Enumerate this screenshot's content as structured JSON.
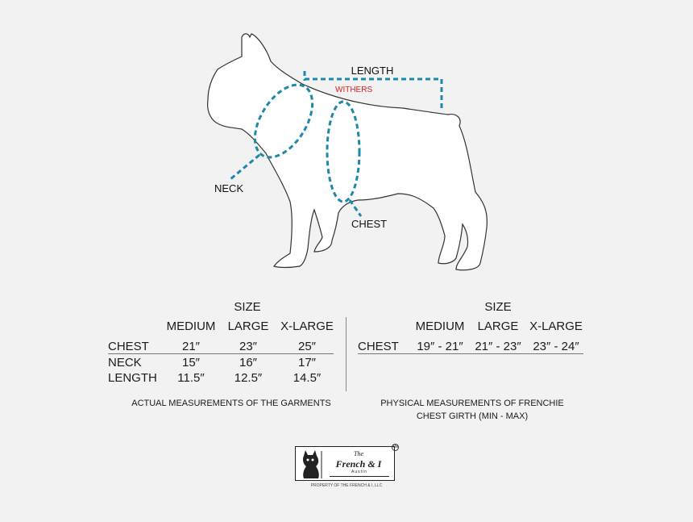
{
  "diagram": {
    "labels": {
      "length": "LENGTH",
      "withers": "WITHERS",
      "neck": "NECK",
      "chest": "CHEST"
    },
    "colors": {
      "dashed_line": "#1e88a8",
      "withers_text": "#e02020",
      "outline": "#333333",
      "dog_fill": "#ffffff"
    }
  },
  "garment_table": {
    "size_header": "SIZE",
    "columns": [
      "MEDIUM",
      "LARGE",
      "X-LARGE"
    ],
    "rows": [
      {
        "label": "CHEST",
        "values": [
          "21″",
          "23″",
          "25″"
        ]
      },
      {
        "label": "NECK",
        "values": [
          "15″",
          "16″",
          "17″"
        ]
      },
      {
        "label": "LENGTH",
        "values": [
          "11.5″",
          "12.5″",
          "14.5″"
        ]
      }
    ],
    "caption": "ACTUAL MEASUREMENTS OF THE GARMENTS"
  },
  "frenchie_table": {
    "size_header": "SIZE",
    "columns": [
      "MEDIUM",
      "LARGE",
      "X-LARGE"
    ],
    "rows": [
      {
        "label": "CHEST",
        "values": [
          "19″ - 21″",
          "21″ - 23″",
          "23″ - 24″"
        ]
      }
    ],
    "caption_line1": "PHYSICAL MEASUREMENTS OF FRENCHIE",
    "caption_line2": "CHEST GIRTH (MIN - MAX)"
  },
  "logo": {
    "line1": "The",
    "line2": "French & I",
    "city": "Austin",
    "trademark": "TM",
    "owner": "PROPERTY OF THE FRENCH & I, LLC"
  }
}
